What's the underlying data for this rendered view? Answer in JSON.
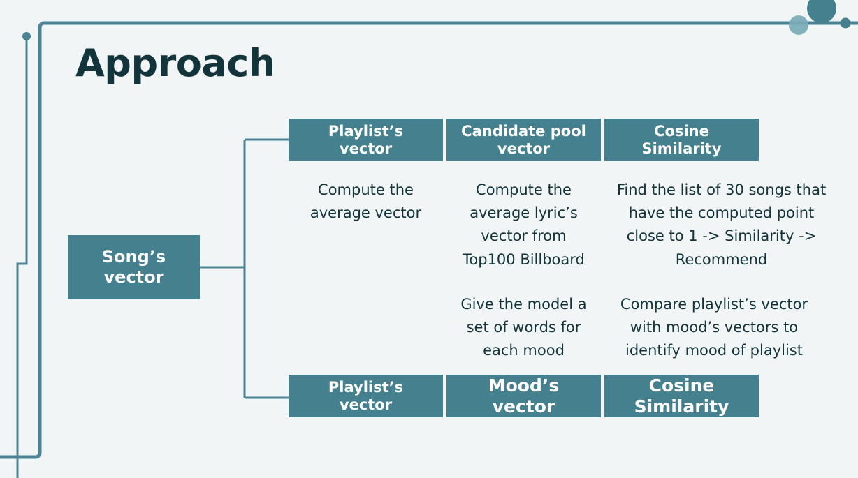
{
  "slide": {
    "title": "Approach",
    "background_color": "#f1f5f6",
    "accent_color": "#45808e",
    "text_color": "#13343b",
    "line_color": "#4c8291"
  },
  "source_node": {
    "label_line1": "Song’s",
    "label_line2": "vector"
  },
  "rows": [
    {
      "id": "recommendation-row",
      "headers": [
        {
          "line1": "Playlist’s",
          "line2": "vector"
        },
        {
          "line1": "Candidate pool",
          "line2": "vector"
        },
        {
          "line1": "Cosine",
          "line2": "Similarity"
        }
      ],
      "bodies": [
        {
          "lines": [
            "Compute the",
            "average vector"
          ]
        },
        {
          "lines": [
            "Compute the",
            "average lyric’s",
            "vector from",
            "Top100 Billboard"
          ]
        },
        {
          "lines": [
            "Find the list of 30 songs that",
            "have the computed point",
            "close to 1 -> Similarity ->",
            "Recommend"
          ]
        }
      ]
    },
    {
      "id": "mood-row",
      "headers": [
        {
          "line1": "Playlist’s",
          "line2": "vector"
        },
        {
          "line1": "Mood’s",
          "line2": "vector"
        },
        {
          "line1": "Cosine",
          "line2": "Similarity"
        }
      ],
      "bodies": [
        {
          "lines": []
        },
        {
          "lines": [
            "Give the model a",
            "set of words for",
            "each mood"
          ]
        },
        {
          "lines": [
            "Compare playlist’s vector",
            "with mood’s vectors to",
            "identify mood of playlist"
          ]
        }
      ]
    }
  ],
  "decorations": {
    "top_line": "horizontal-rule",
    "dots": [
      {
        "name": "large-circle",
        "color": "#45808e"
      },
      {
        "name": "medium-circle",
        "color": "#7aaab5"
      },
      {
        "name": "small-circle-right",
        "color": "#45808e"
      },
      {
        "name": "small-circle-left",
        "color": "#4c8291"
      }
    ]
  }
}
